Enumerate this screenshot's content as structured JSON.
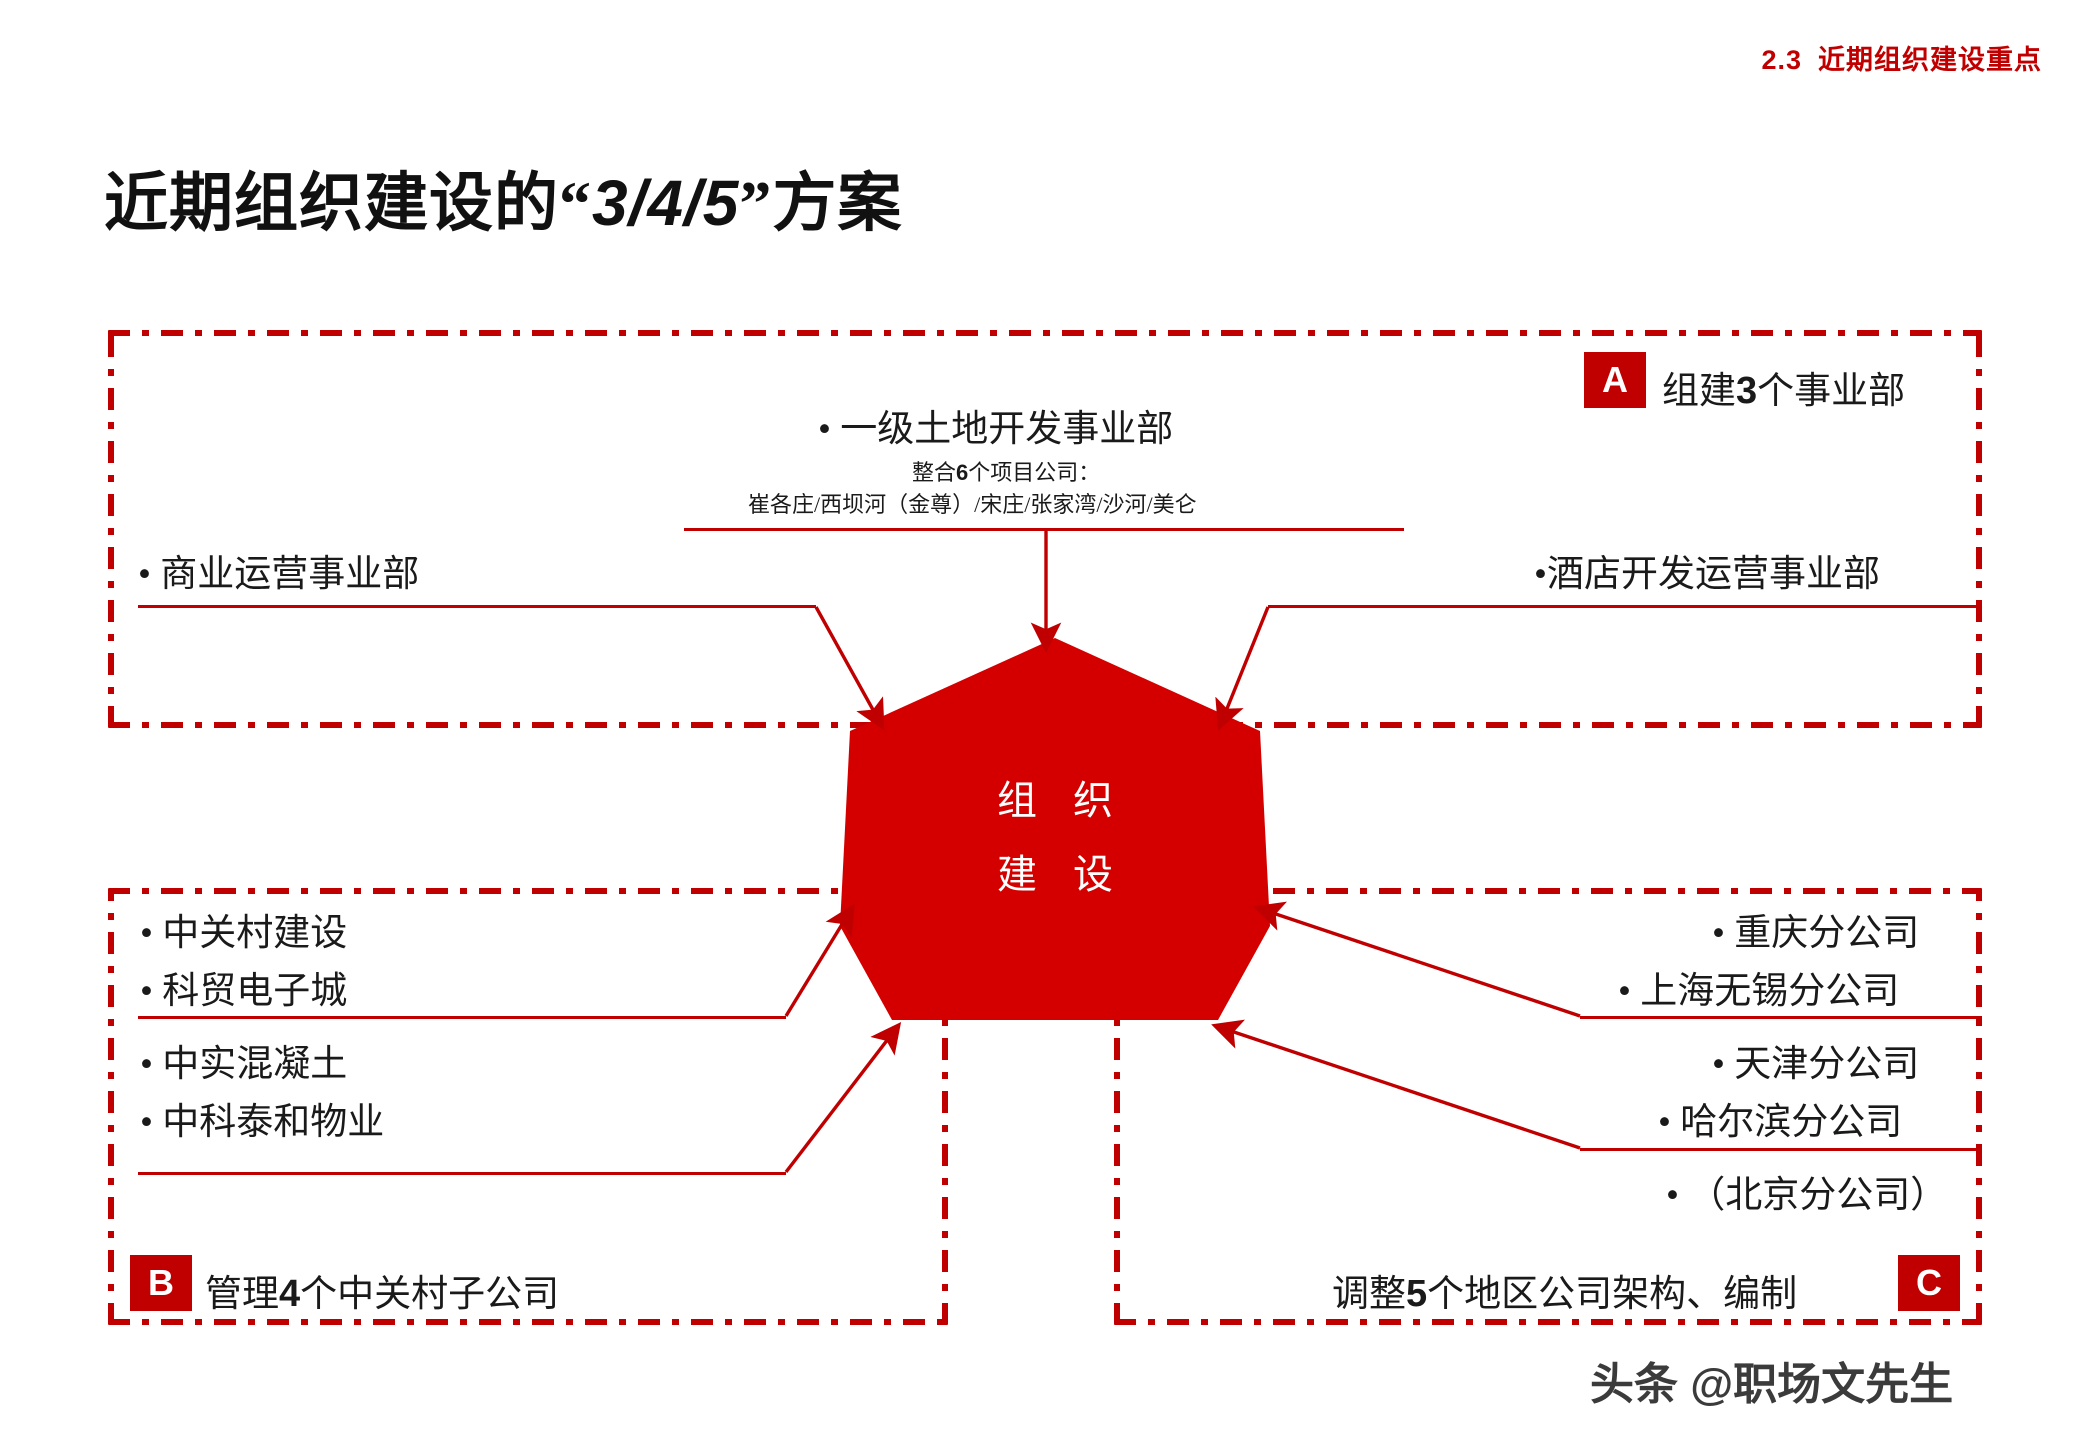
{
  "header": {
    "number": "2.3",
    "text": "近期组织建设重点"
  },
  "title": {
    "prefix": "近期组织建设的",
    "quote_open": "“",
    "code": "3/4/5",
    "quote_close": "”",
    "suffix": "方案"
  },
  "center": {
    "line1": "组 织",
    "line2": "建 设"
  },
  "sections": {
    "a": {
      "badge": "A",
      "label_prefix": "组建",
      "label_number": "3",
      "label_suffix": "个事业部",
      "items": {
        "top": "• 一级土地开发事业部",
        "top_sub1_prefix": "整合",
        "top_sub1_number": "6",
        "top_sub1_suffix": "个项目公司：",
        "top_sub2": "崔各庄/西坝河（金尊）/宋庄/张家湾/沙河/美仑",
        "left": "• 商业运营事业部",
        "right": "•酒店开发运营事业部"
      }
    },
    "b": {
      "badge": "B",
      "label_prefix": "管理",
      "label_number": "4",
      "label_suffix": "个中关村子公司",
      "items": [
        "• 中关村建设",
        "• 科贸电子城",
        "• 中实混凝土",
        "• 中科泰和物业"
      ]
    },
    "c": {
      "badge": "C",
      "label_prefix": "调整",
      "label_number": "5",
      "label_suffix": "个地区公司架构、编制",
      "items": [
        "• 重庆分公司",
        "• 上海无锡分公司",
        "• 天津分公司",
        "• 哈尔滨分公司",
        "• （北京分公司）"
      ]
    }
  },
  "watermark": "头条 @职场文先生",
  "colors": {
    "accent_red": "#c00000",
    "text_dark": "#1a1a1a",
    "white": "#ffffff"
  }
}
